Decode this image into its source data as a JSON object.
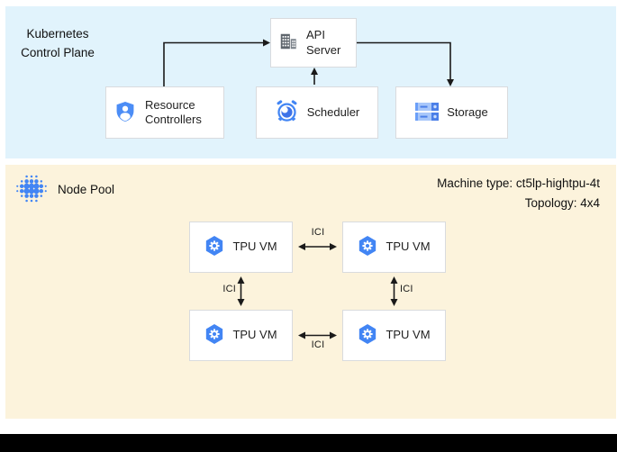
{
  "control_plane": {
    "title": "Kubernetes Control Plane",
    "api_server": {
      "label": "API Server",
      "icon": "building-icon"
    },
    "resource_controllers": {
      "label": "Resource Controllers",
      "icon": "shield-user-icon"
    },
    "scheduler": {
      "label": "Scheduler",
      "icon": "alarm-clock-icon"
    },
    "storage": {
      "label": "Storage",
      "icon": "storage-disks-icon"
    }
  },
  "node_pool": {
    "title": "Node Pool",
    "icon": "node-pool-dots-icon",
    "machine_type": "Machine type: ct5lp-hightpu-4t",
    "topology": "Topology: 4x4",
    "vms": [
      {
        "label": "TPU VM",
        "icon": "tpu-hexagon-icon"
      },
      {
        "label": "TPU VM",
        "icon": "tpu-hexagon-icon"
      },
      {
        "label": "TPU VM",
        "icon": "tpu-hexagon-icon"
      },
      {
        "label": "TPU VM",
        "icon": "tpu-hexagon-icon"
      }
    ],
    "interconnect_labels": [
      "ICI",
      "ICI",
      "ICI",
      "ICI"
    ]
  },
  "colors": {
    "control_plane_bg": "#E1F3FC",
    "node_pool_bg": "#FCF3DC",
    "accent_blue": "#4285F4",
    "icon_gray": "#5F666D",
    "footer_bar": "#000000"
  }
}
